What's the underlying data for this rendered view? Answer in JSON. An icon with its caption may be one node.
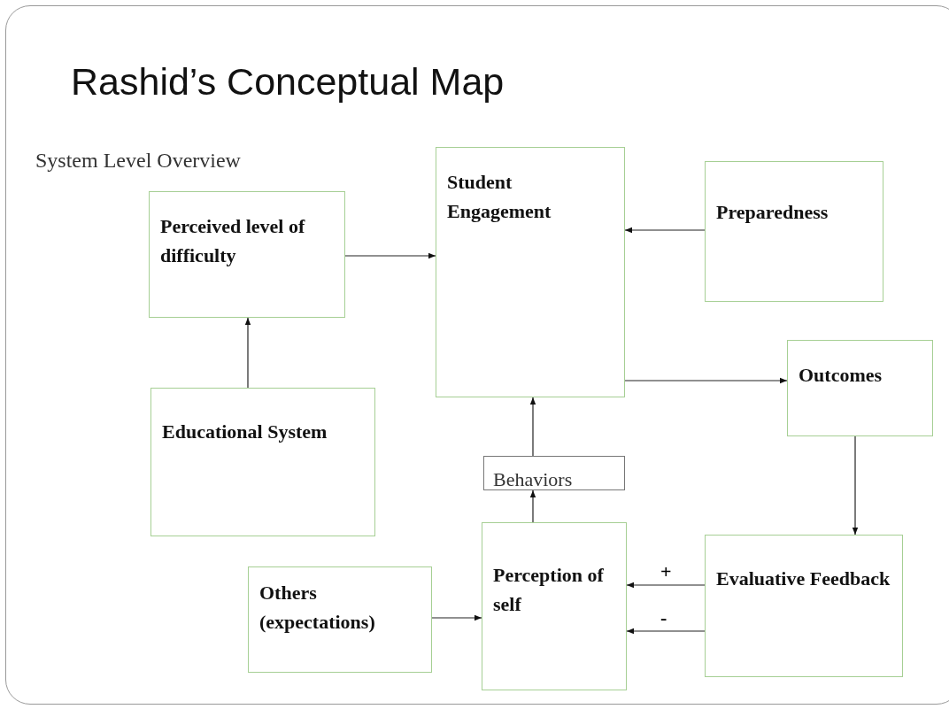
{
  "diagram": {
    "title": "Rashid’s Conceptual Map",
    "nodes": [
      {
        "text": [
          "Perceived level of difficulty"
        ]
      },
      {
        "text": [
          "Student Engagement"
        ]
      },
      {
        "text": [
          "Preparedness"
        ]
      },
      {
        "text": [
          "Outcomes"
        ]
      },
      {
        "text": [
          "Educational System"
        ]
      },
      {
        "text": [
          "Behaviors"
        ]
      },
      {
        "text": [
          "Perception of self"
        ]
      },
      {
        "text": [
          "Others (expectations)"
        ]
      },
      {
        "text": [
          "Evaluative Feedback"
        ]
      }
    ],
    "edges": [
      {
        "from": 0,
        "to": 1,
        "arrow": "to"
      },
      {
        "from": 2,
        "to": 1,
        "arrow": "to"
      },
      {
        "from": 1,
        "to": 3,
        "arrow": "to"
      },
      {
        "from": 4,
        "to": 0,
        "arrow": "to"
      },
      {
        "from": 5,
        "to": 1,
        "arrow": "to"
      },
      {
        "from": 6,
        "to": 5,
        "arrow": "to"
      },
      {
        "from": 3,
        "to": 8,
        "arrow": "to"
      },
      {
        "from": 8,
        "to": 6,
        "arrow": "to",
        "label": "+"
      },
      {
        "from": 8,
        "to": 6,
        "arrow": "to",
        "label": "-"
      },
      {
        "from": 7,
        "to": 6,
        "arrow": "to"
      }
    ],
    "labels": [
      "System Level Overview"
    ]
  }
}
